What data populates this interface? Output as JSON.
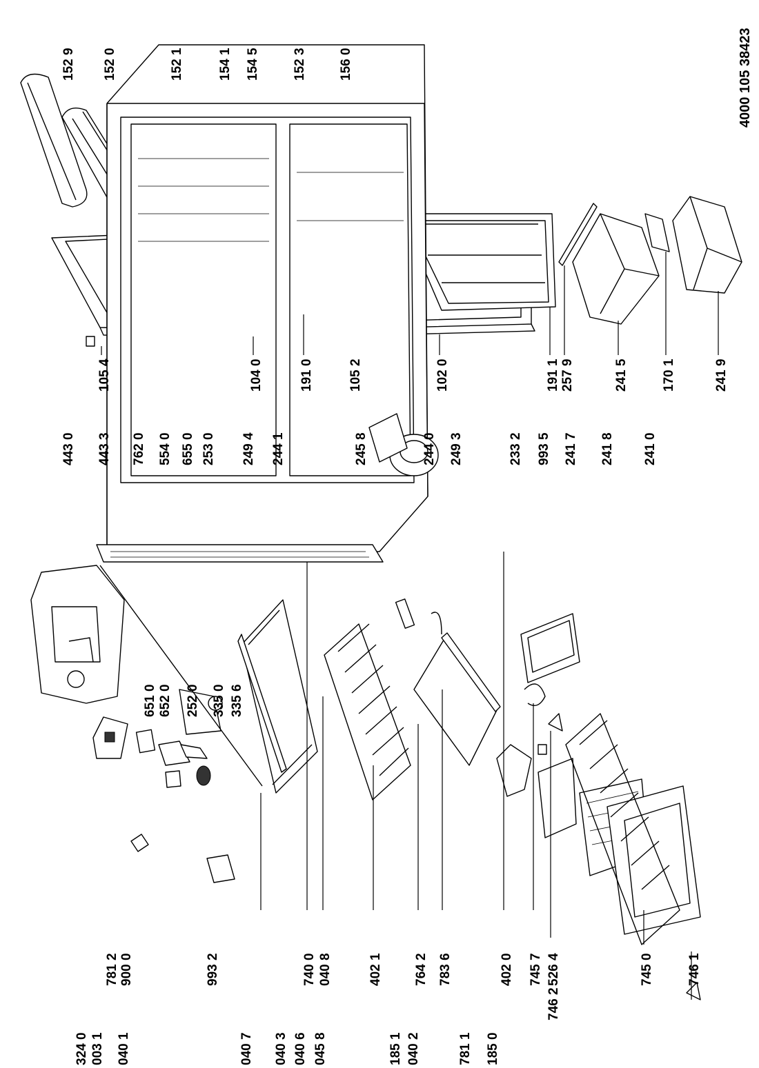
{
  "document_number": "4000 105 38423",
  "labels": {
    "l1529": "152 9",
    "l1520": "152 0",
    "l1521": "152 1",
    "l1541": "154 1",
    "l1545": "154 5",
    "l1523": "152 3",
    "l1560": "156 0",
    "l1054": "105 4",
    "l1040": "104 0",
    "l1910": "191 0",
    "l1052": "105 2",
    "l1020": "102 0",
    "l1911": "191 1",
    "l2579": "257 9",
    "l2415": "241 5",
    "l1701": "170 1",
    "l2419": "241 9",
    "l4430": "443 0",
    "l4433": "443 3",
    "l7620": "762 0",
    "l5540": "554 0",
    "l6550": "655 0",
    "l2530": "253 0",
    "l2494": "249 4",
    "l2441": "244 1",
    "l2458": "245 8",
    "l2440": "244 0",
    "l2493": "249 3",
    "l2332": "233 2",
    "l9935": "993 5",
    "l2417": "241 7",
    "l2418": "241 8",
    "l2410": "241 0",
    "l6510": "651 0",
    "l6520": "652 0",
    "l2520": "252 0",
    "l3350": "335 0",
    "l3356": "335 6",
    "l3240": "324 0",
    "l0031": "003 1",
    "l0401": "040 1",
    "l0407": "040 7",
    "l0403": "040 3",
    "l0406": "040 6",
    "l0458": "045 8",
    "l1851": "185 1",
    "l0402": "040 2",
    "l7811": "781 1",
    "l1850": "185 0",
    "l7812": "781 2",
    "l9000": "900 0",
    "l9932": "993 2",
    "l7400": "740 0",
    "l0408": "040 8",
    "l4021": "402 1",
    "l7642": "764 2",
    "l7836": "783 6",
    "l4020": "402 0",
    "l5264": "526 4",
    "l7457": "745 7",
    "l7462": "746 2",
    "l7450": "745 0",
    "l7461": "746 1"
  }
}
